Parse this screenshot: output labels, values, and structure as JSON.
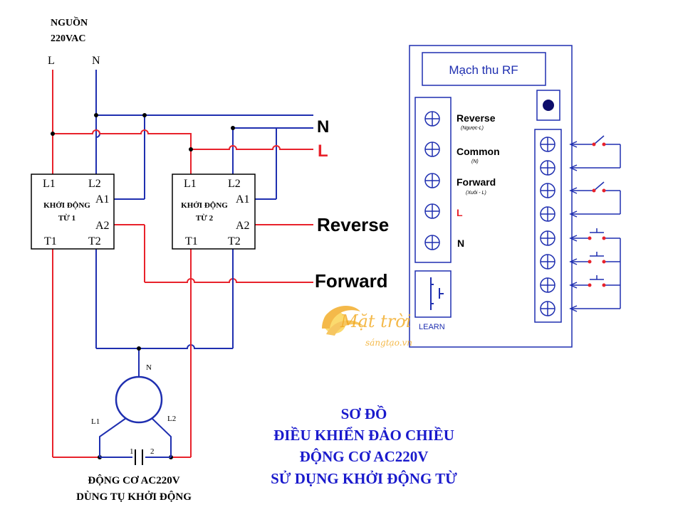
{
  "source": {
    "title_line1": "NGUỒN",
    "title_line2": "220VAC",
    "label_l": "L",
    "label_n": "N"
  },
  "bus": {
    "n_label": "N",
    "l_label": "L",
    "reverse_label": "Reverse",
    "forward_label": "Forward"
  },
  "contactor1": {
    "l1": "L1",
    "l2": "L2",
    "a1": "A1",
    "a2": "A2",
    "t1": "T1",
    "t2": "T2",
    "name_line1": "KHỞI ĐỘNG",
    "name_line2": "TỪ 1"
  },
  "contactor2": {
    "l1": "L1",
    "l2": "L2",
    "a1": "A1",
    "a2": "A2",
    "t1": "T1",
    "t2": "T2",
    "name_line1": "KHỞI ĐỘNG",
    "name_line2": "TỪ 2"
  },
  "motor": {
    "n": "N",
    "l1": "L1",
    "l2": "L2",
    "cap_1": "1",
    "cap_2": "2",
    "caption_line1": "ĐỘNG CƠ AC220V",
    "caption_line2": "DÙNG TỤ KHỞI ĐỘNG"
  },
  "rf_module": {
    "title": "Mạch thu RF",
    "terminals": [
      {
        "label": "Reverse",
        "sub": "(Ngược-L)"
      },
      {
        "label": "Common",
        "sub": "(N)"
      },
      {
        "label": "Forward",
        "sub": "(Xuôi - L)"
      },
      {
        "label": "L",
        "sub": ""
      },
      {
        "label": "N",
        "sub": ""
      }
    ],
    "learn_label": "LEARN"
  },
  "watermark": {
    "line1": "Mặt trời",
    "line2": "sángtạo.vn"
  },
  "title": {
    "line1": "SƠ ĐỒ",
    "line2": "ĐIỀU KHIỂN ĐẢO CHIỀU",
    "line3": "ĐỘNG CƠ AC220V",
    "line4": "SỬ DỤNG KHỞI ĐỘNG TỪ"
  },
  "colors": {
    "live": "#e8222b",
    "neutral": "#1f2fb0",
    "body": "#000000",
    "title": "#1a1acc",
    "watermark": "#f2a81e"
  }
}
